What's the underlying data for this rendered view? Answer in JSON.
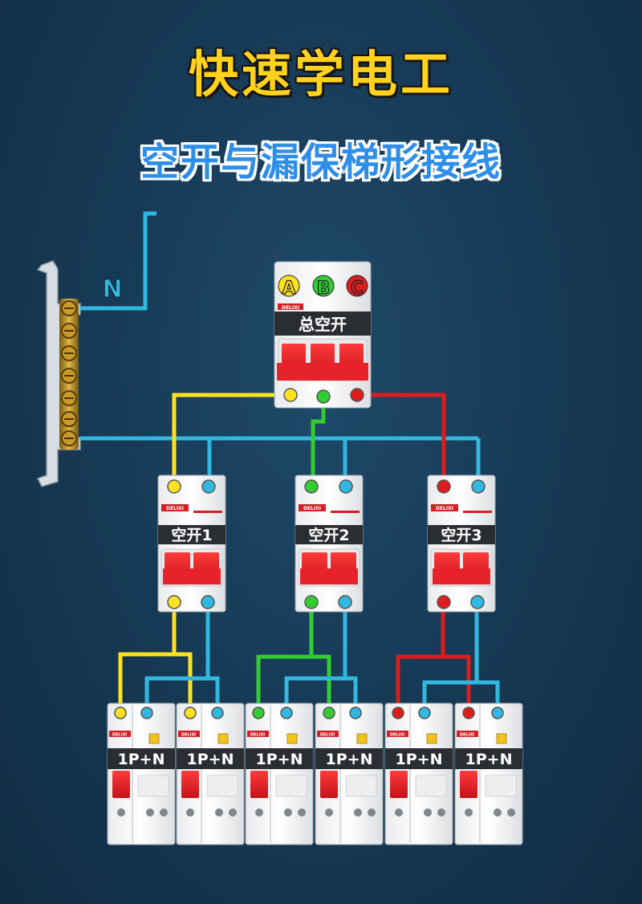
{
  "title": "快速学电工",
  "subtitle": "空开与漏保梯形接线",
  "neutral_label": "N",
  "main_breaker": {
    "label": "总空开",
    "phases": [
      "A",
      "B",
      "C"
    ],
    "brand": "DELIXI"
  },
  "breakers": [
    "空开1",
    "空开2",
    "空开3"
  ],
  "rcbo_label": "1P+N",
  "brand_text": "DELIXI",
  "colors": {
    "background": "#173b57",
    "phase_a": "#ffe21f",
    "phase_b": "#33cc33",
    "phase_c": "#dd1d1d",
    "neutral": "#30b8e0",
    "breaker_red": "#e8222a",
    "title_yellow": "#ffd21e",
    "subtitle_blue": "#2f8fe8"
  }
}
